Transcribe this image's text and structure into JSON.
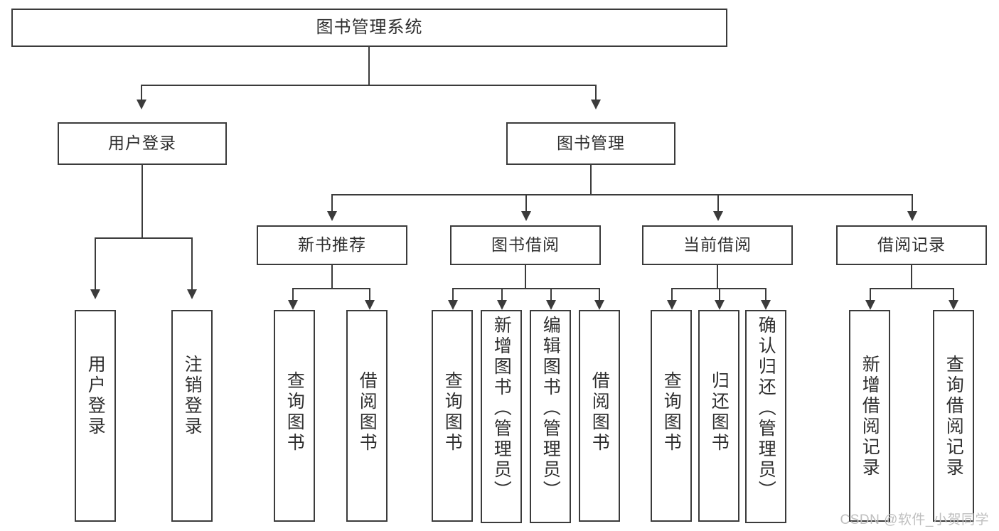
{
  "diagram": {
    "title": "图书管理系统",
    "type": "tree",
    "nodes": {
      "root": {
        "label": "图书管理系统"
      },
      "level2": [
        {
          "label": "用户登录"
        },
        {
          "label": "图书管理"
        }
      ],
      "level3": [
        {
          "label": "新书推荐"
        },
        {
          "label": "图书借阅"
        },
        {
          "label": "当前借阅"
        },
        {
          "label": "借阅记录"
        }
      ],
      "leaves": {
        "user_login": [
          {
            "label": "用户登录"
          },
          {
            "label": "注销登录"
          }
        ],
        "new_book_recommend": [
          {
            "label": "查询图书"
          },
          {
            "label": "借阅图书"
          }
        ],
        "book_borrow": [
          {
            "label": "查询图书"
          },
          {
            "label": "新增图书（管理员）"
          },
          {
            "label": "编辑图书（管理员）"
          },
          {
            "label": "借阅图书"
          }
        ],
        "current_borrow": [
          {
            "label": "查询图书"
          },
          {
            "label": "归还图书"
          },
          {
            "label": "确认归还（管理员）"
          }
        ],
        "borrow_record": [
          {
            "label": "新增借阅记录"
          },
          {
            "label": "查询借阅记录"
          }
        ]
      }
    },
    "colors": {
      "border": "#3b3b3b",
      "text": "#2f2f2f",
      "background": "#ffffff",
      "watermark": "#bfbfbf"
    }
  },
  "watermark": {
    "text": "CSDN @软件_小贺同学"
  }
}
